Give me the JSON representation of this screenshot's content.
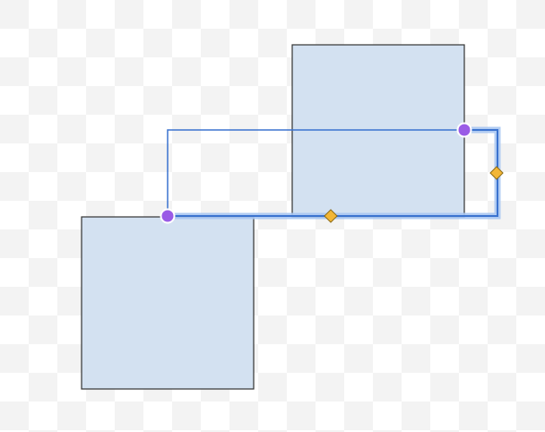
{
  "canvas": {
    "background": "transparency-checkerboard",
    "checker_light": "#ffffff",
    "checker_dark": "#f3f3f3"
  },
  "shapes": [
    {
      "id": "square-top-right",
      "kind": "rectangle",
      "fill": "#d3e1f1",
      "stroke": "#333333"
    },
    {
      "id": "square-bottom-left",
      "kind": "rectangle",
      "fill": "#d3e1f1",
      "stroke": "#333333"
    }
  ],
  "connector": {
    "kind": "orthogonal-elbow",
    "selected": true,
    "stroke": "#3b73cf",
    "selection_halo": "#a9c7f2",
    "endpoint_handle_color": "#9a5be6",
    "waypoint_handle_color": "#f2b636",
    "waypoint_handle_stroke": "#8a6a16"
  }
}
